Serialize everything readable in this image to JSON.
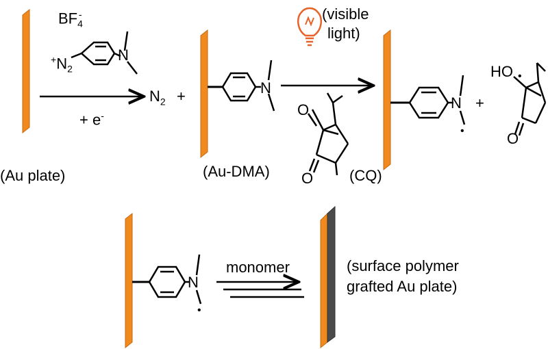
{
  "colors": {
    "gold_plate": "#F08A1E",
    "gold_edge": "#C46A10",
    "polymer_layer": "#4A4A4A",
    "bulb": "#E8632A",
    "arrow": "#000000",
    "bond": "#000000"
  },
  "icons": [
    "gold-plate",
    "lightbulb-icon",
    "benzene-ring",
    "reaction-arrow"
  ],
  "reagents": {
    "anion_base": "BF",
    "anion_sub": "4",
    "anion_sup": "-",
    "diazo_plus": "+",
    "diazo_base": "N",
    "diazo_sub": "2"
  },
  "conditions": {
    "electron": "+ e",
    "electron_sup": "-",
    "light_line1": "(visible",
    "light_line2": "light)",
    "monomer": "monomer"
  },
  "byproducts": {
    "n2_base": "N",
    "n2_sub": "2",
    "plus1": "+",
    "plus2": "+"
  },
  "labels": {
    "au_plate": "(Au plate)",
    "au_dma": "(Au-DMA)",
    "cq": "(CQ)",
    "polymer_line1": "(surface polymer",
    "polymer_line2": "grafted Au plate)"
  },
  "atoms": {
    "nitrogen": "N",
    "oxygen": "O",
    "hydroxyl": "HO",
    "radical": "•"
  }
}
